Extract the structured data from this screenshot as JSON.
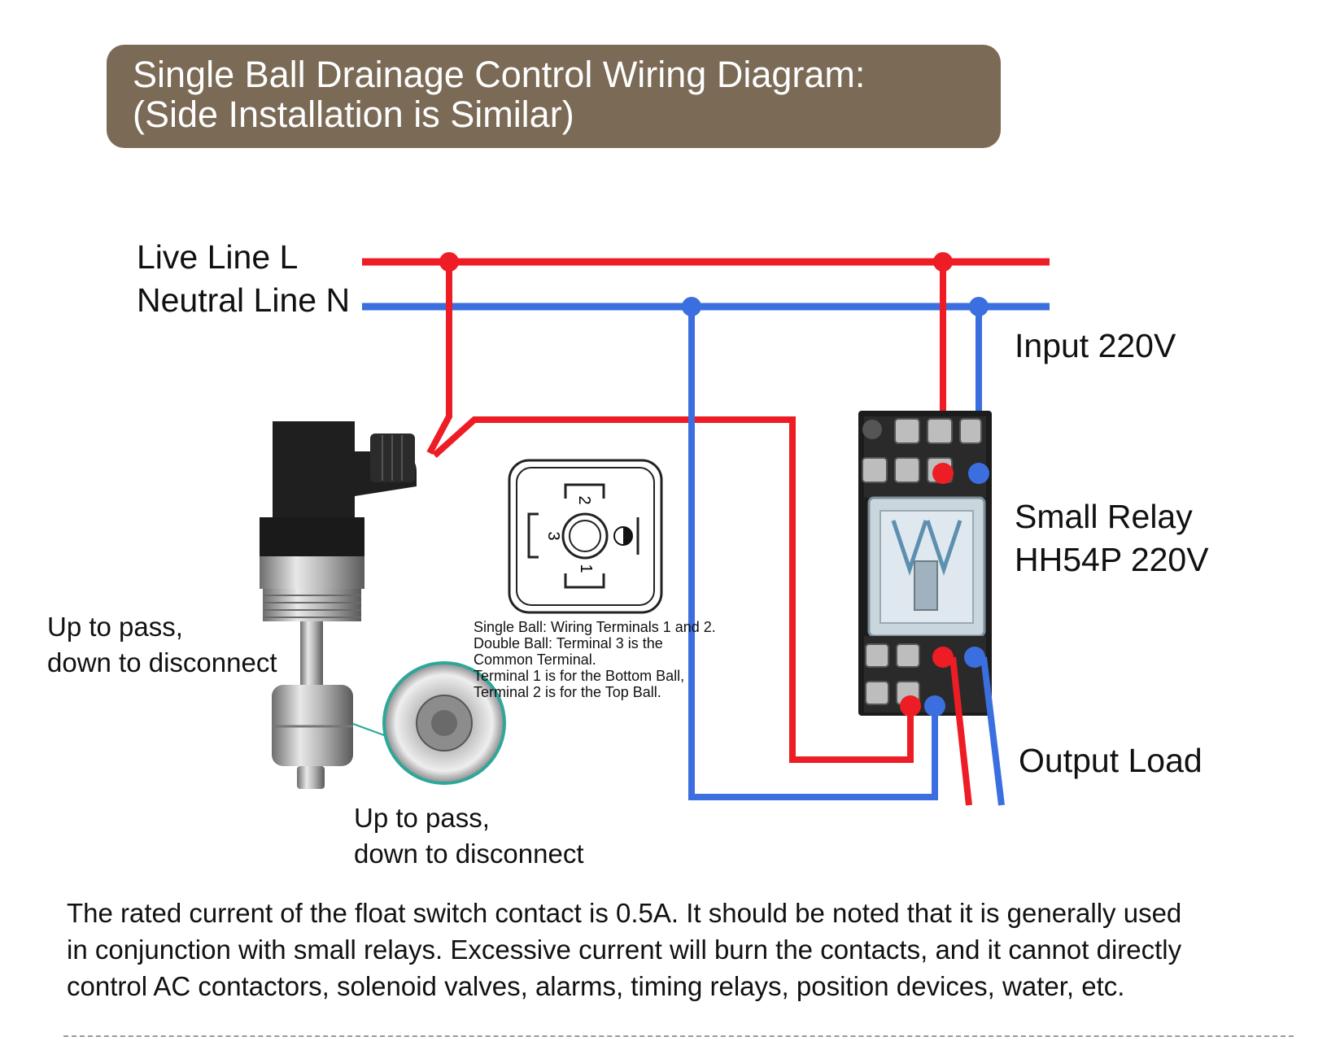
{
  "title": {
    "line1": "Single Ball Drainage Control Wiring Diagram:",
    "line2": "(Side Installation is Similar)"
  },
  "lines": {
    "live": "Live Line L",
    "neutral": "Neutral Line N"
  },
  "labels": {
    "input": "Input 220V",
    "relay_line1": "Small Relay",
    "relay_line2": "HH54P 220V",
    "output": "Output Load"
  },
  "switch_notes": {
    "left_line1": "Up to pass,",
    "left_line2": "down to disconnect",
    "bottom_line1": "Up to pass,",
    "bottom_line2": "down to disconnect"
  },
  "connector": {
    "terminal_labels": [
      "1",
      "2",
      "3"
    ],
    "note_lines": [
      "Single Ball: Wiring Terminals 1 and 2.",
      "Double Ball: Terminal 3 is the",
      "Common Terminal.",
      "Terminal 1 is for the Bottom Ball,",
      "Terminal 2 is for the Top Ball."
    ]
  },
  "footer": {
    "lines": [
      "The rated current of the float switch contact is 0.5A. It should be noted that it is generally used",
      "in conjunction with small relays. Excessive current will burn the contacts, and it cannot directly",
      "control AC contactors, solenoid valves, alarms, timing relays, position devices, water, etc."
    ]
  },
  "colors": {
    "title_bg": "#7a6a56",
    "live_wire": "#ee1c24",
    "neutral_wire": "#3b6fe0"
  }
}
